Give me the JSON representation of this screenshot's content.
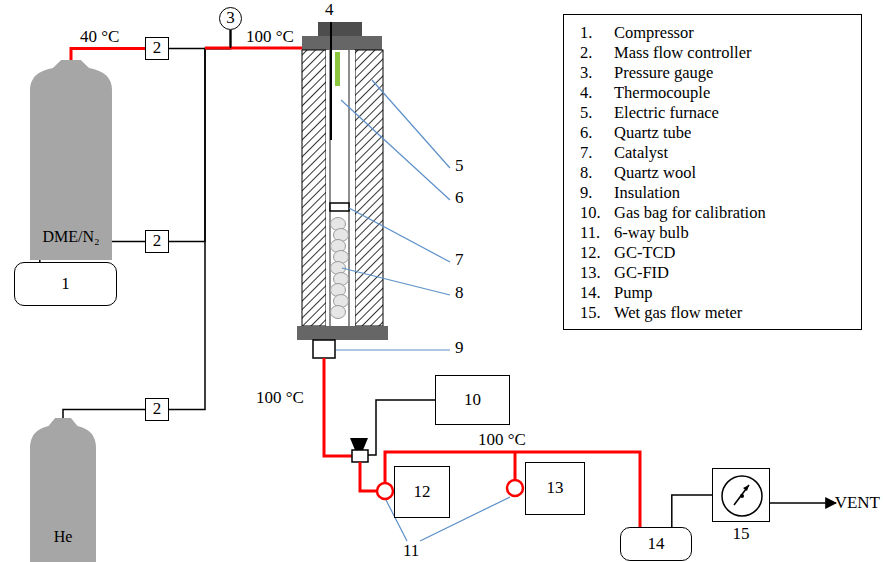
{
  "diagram": {
    "nodes": [
      {
        "text": [
          "DME/N₂"
        ]
      },
      {
        "text": [
          "3"
        ]
      },
      {
        "text": [
          "2"
        ]
      },
      {
        "text": [
          "1"
        ]
      },
      {
        "text": [
          "2"
        ]
      },
      {
        "text": [
          "He"
        ]
      },
      {
        "text": [
          "2"
        ]
      },
      {
        "text": [
          "1.\tCompressor",
          "2.\tMass flow controller",
          "3.\tPressure gauge",
          "4.\tThermocouple",
          "5.\tElectric furnace",
          "6.\tQuartz tube",
          "7.\tCatalyst",
          "8.\tQuartz wool",
          "9.\tInsulation",
          "10.\tGas bag for calibration",
          "11.\t6-way bulb",
          "12.\tGC-TCD",
          "13.\tGC-FID",
          "14.\tPump",
          "15.\tWet gas flow meter"
        ]
      },
      {
        "text": [
          "10"
        ]
      },
      {
        "text": [
          "12"
        ]
      },
      {
        "text": [
          "13"
        ]
      },
      {
        "text": [
          "14"
        ]
      },
      {
        "text": [
          "15"
        ]
      }
    ],
    "edges": [
      {
        "from": 0,
        "to": 2,
        "arrow": "none"
      },
      {
        "from": 2,
        "to": 1,
        "arrow": "none"
      },
      {
        "from": 4,
        "to": 1,
        "arrow": "none"
      },
      {
        "from": 6,
        "to": 1,
        "arrow": "none"
      },
      {
        "from": 3,
        "to": 4,
        "arrow": "none"
      },
      {
        "from": 5,
        "to": 6,
        "arrow": "none"
      },
      {
        "from": 11,
        "to": 12,
        "arrow": "none"
      }
    ],
    "labels": [
      "40 °C",
      "100 °C",
      "100 °C",
      "100 °C",
      "4",
      "5",
      "6",
      "7",
      "8",
      "9",
      "11",
      "VENT"
    ]
  }
}
